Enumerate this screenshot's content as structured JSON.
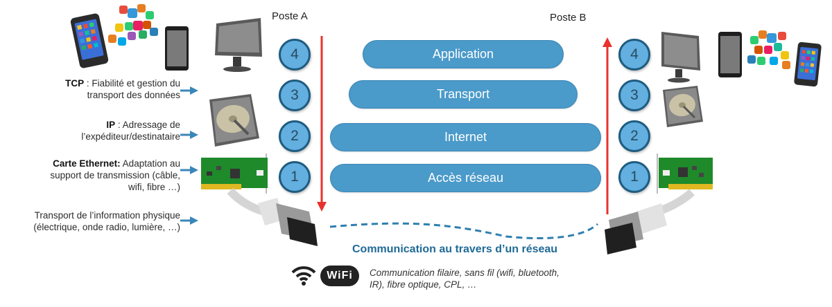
{
  "left_annotations": [
    {
      "bold": "TCP",
      "text_line1": " : Fiabilité et gestion du",
      "text_line2": "transport des données"
    },
    {
      "bold": "IP",
      "text_line1": " :  Adressage de",
      "text_line2": "l’expéditeur/destinataire"
    },
    {
      "bold": "Carte Ethernet:",
      "text_line1": " Adaptation au",
      "text_line2": "support de transmission (câble,",
      "text_line3": "wifi, fibre …)"
    },
    {
      "bold": "",
      "text_line1": "Transport de l’information physique",
      "text_line2": "(électrique, onde radio, lumière, …)"
    }
  ],
  "hosts": {
    "left_label": "Poste A",
    "right_label": "Poste B"
  },
  "layers": [
    {
      "number": "4",
      "name": "Application"
    },
    {
      "number": "3",
      "name": "Transport"
    },
    {
      "number": "2",
      "name": "Internet"
    },
    {
      "number": "1",
      "name": "Accès réseau"
    }
  ],
  "network": {
    "title": "Communication au travers d’un réseau",
    "description_line1": "Communication filaire, sans fil (wifi, bluetooth,",
    "description_line2": "IR), fibre optique, CPL, …",
    "wifi_badge": "WiFi"
  },
  "colors": {
    "layer_fill": "#4a9aca",
    "circle_fill": "#62afe0",
    "circle_border": "#1f5c80",
    "flow_arrow": "#e8322d",
    "annotation_arrow": "#3a86b8",
    "network_title": "#1f6a96"
  }
}
